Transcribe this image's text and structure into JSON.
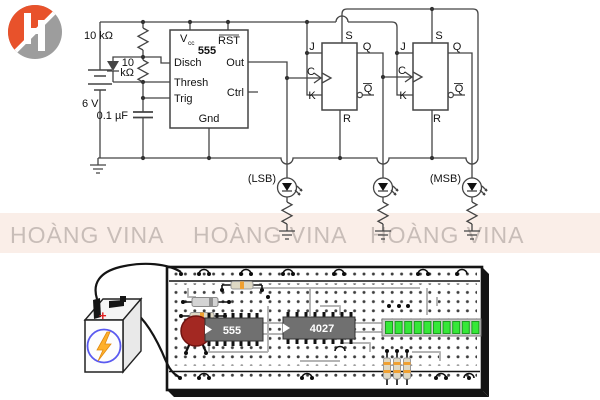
{
  "logo": {
    "icon": "hoang-vina-logo"
  },
  "watermark": {
    "text": "HOÀNG VINA"
  },
  "schematic": {
    "r1_label": "10 kΩ",
    "r2_line1": "10",
    "r2_line2": "kΩ",
    "battery_label": "6 V",
    "cap_label": "0.1 µF",
    "ic555": {
      "vcc": "V",
      "vcc_sub": "cc",
      "rst": "RST",
      "name": "555",
      "disch": "Disch",
      "thresh": "Thresh",
      "trig": "Trig",
      "out": "Out",
      "ctrl": "Ctrl",
      "gnd": "Gnd"
    },
    "ff": {
      "s": "S",
      "j": "J",
      "c": "C",
      "k": "K",
      "r": "R",
      "q": "Q",
      "qbar": "Q"
    },
    "lsb_label": "(LSB)",
    "msb_label": "(MSB)"
  },
  "breadboard": {
    "chip1_label": "555",
    "chip2_label": "4027",
    "battery_plus": "+"
  },
  "colors": {
    "logo_orange": "#e8522b",
    "logo_gray": "#9d9d9d",
    "watermark_band": "#faeee8",
    "watermark_text": "#c8bdb8",
    "led_green": "#35e838",
    "cap_red": "#a32822",
    "band_orange": "#f0a030"
  }
}
